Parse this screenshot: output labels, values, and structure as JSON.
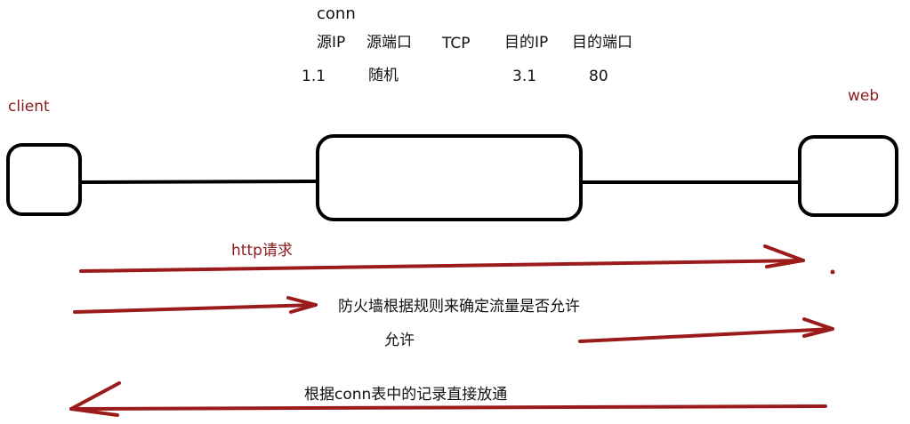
{
  "colors": {
    "ink": "#000000",
    "red_ink": "#9b1b1b",
    "text_black": "#111111",
    "text_red": "#8b1a1a",
    "background": "#ffffff"
  },
  "nodes": {
    "client_label": "client",
    "web_label": "web"
  },
  "conn_table": {
    "title": "conn",
    "headers": [
      "源IP",
      "源端口",
      "TCP",
      "目的IP",
      "目的端口"
    ],
    "values": [
      "1.1",
      "随机",
      "3.1",
      "80"
    ]
  },
  "flow": {
    "request": "http请求",
    "firewall_check": "防火墙根据规则来确定流量是否允许",
    "allow": "允许",
    "response": "根据conn表中的记录直接放通"
  }
}
